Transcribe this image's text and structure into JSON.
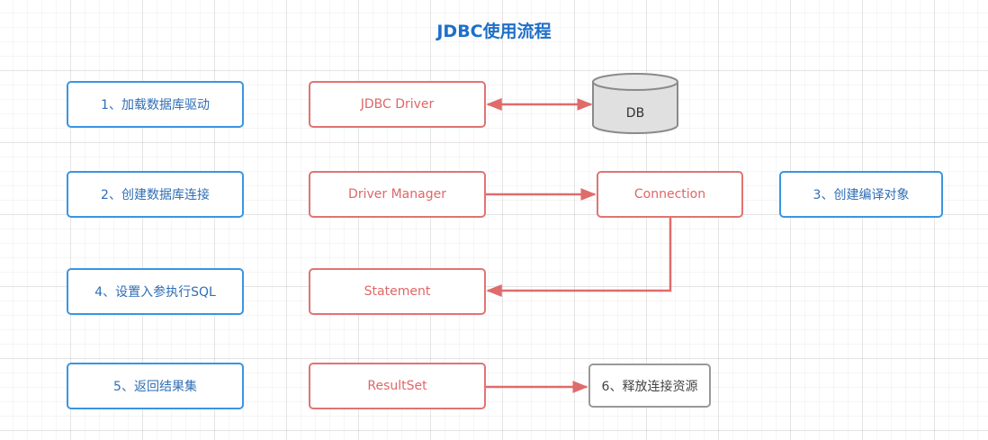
{
  "title": "JDBC使用流程",
  "steps": [
    {
      "label": "1、加载数据库驱动"
    },
    {
      "label": "2、创建数据库连接"
    },
    {
      "label": "3、创建编译对象"
    },
    {
      "label": "4、设置入参执行SQL"
    },
    {
      "label": "5、返回结果集"
    },
    {
      "label": "6、释放连接资源"
    }
  ],
  "components": {
    "jdbc_driver": "JDBC Driver",
    "driver_manager": "Driver Manager",
    "connection": "Connection",
    "statement": "Statement",
    "result_set": "ResultSet",
    "db": "DB"
  },
  "colors": {
    "step": "#3b95e0",
    "component": "#e07474",
    "release": "#999999",
    "title": "#1e6fc8"
  }
}
